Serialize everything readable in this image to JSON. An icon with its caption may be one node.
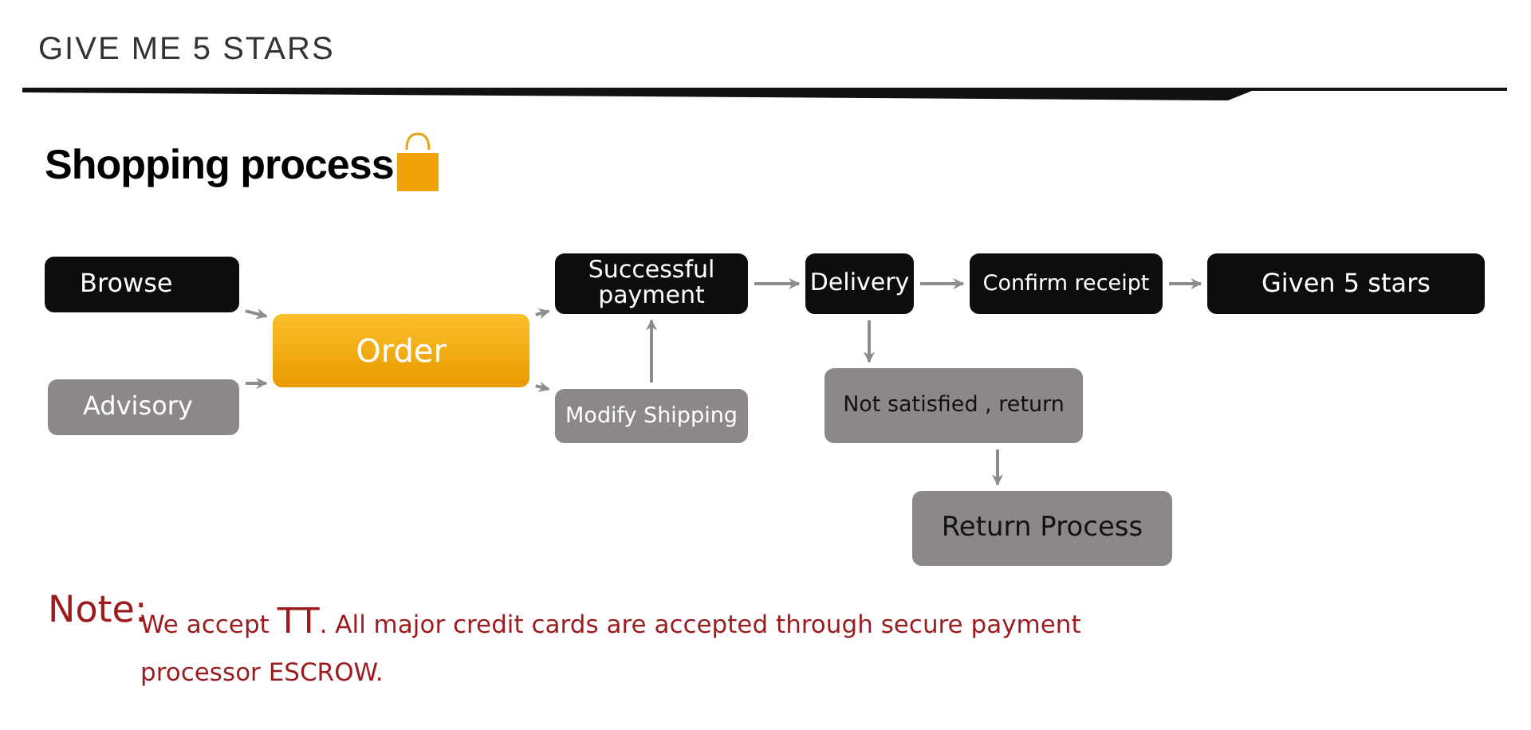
{
  "diagram": {
    "title": "GIVE ME 5 STARS",
    "nodes": [
      {
        "text": [
          "Browse"
        ]
      },
      {
        "text": [
          "Advisory"
        ]
      },
      {
        "text": [
          "Order"
        ]
      },
      {
        "text": [
          "Successful payment"
        ]
      },
      {
        "text": [
          "Modify Shipping"
        ]
      },
      {
        "text": [
          "Delivery"
        ]
      },
      {
        "text": [
          "Confirm receipt"
        ]
      },
      {
        "text": [
          "Given 5 stars"
        ]
      },
      {
        "text": [
          "Not satisfied , return"
        ]
      },
      {
        "text": [
          "Return Process"
        ]
      }
    ],
    "edges": [
      {
        "from": 0,
        "to": 2,
        "arrow": "to"
      },
      {
        "from": 1,
        "to": 2,
        "arrow": "to"
      },
      {
        "from": 2,
        "to": 3,
        "arrow": "to"
      },
      {
        "from": 2,
        "to": 4,
        "arrow": "to"
      },
      {
        "from": 4,
        "to": 3,
        "arrow": "to"
      },
      {
        "from": 3,
        "to": 5,
        "arrow": "to"
      },
      {
        "from": 5,
        "to": 6,
        "arrow": "to"
      },
      {
        "from": 6,
        "to": 7,
        "arrow": "to"
      },
      {
        "from": 5,
        "to": 8,
        "arrow": "to"
      },
      {
        "from": 8,
        "to": 9,
        "arrow": "to"
      }
    ],
    "labels": [
      "Shopping process",
      "Note:",
      "We accept **TT**. All major credit cards are accepted through secure payment processor ESCROW."
    ]
  }
}
